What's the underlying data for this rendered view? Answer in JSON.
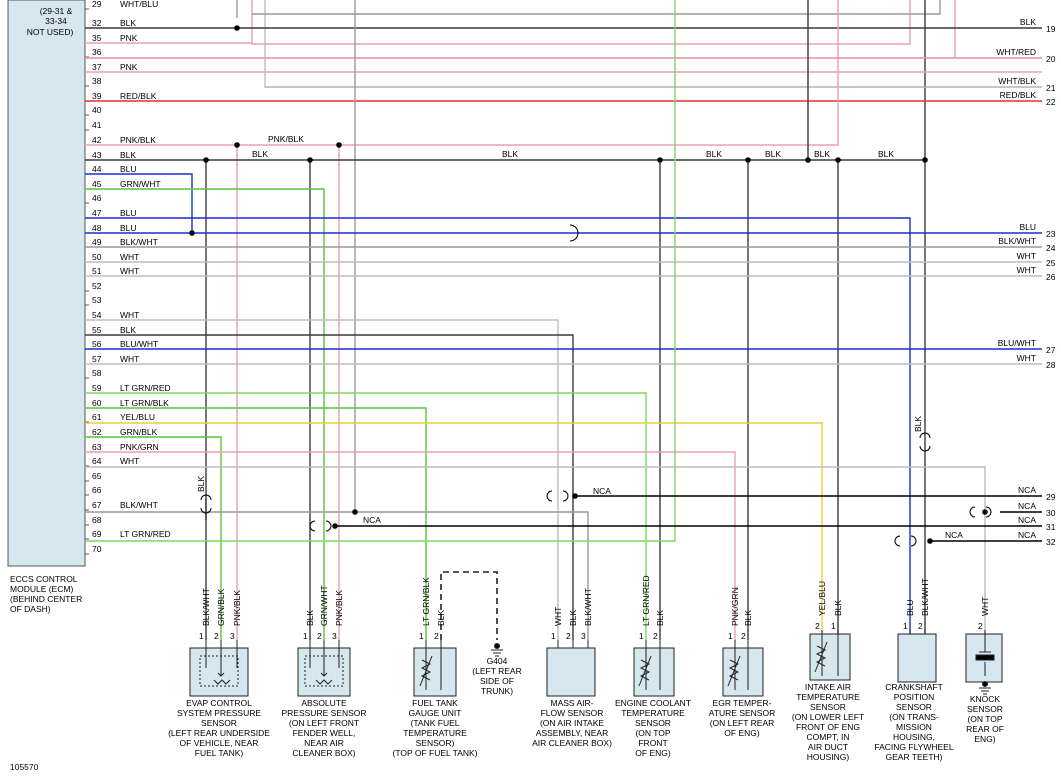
{
  "header_note": [
    "(29-31 &",
    "33-34",
    "NOT USED)"
  ],
  "ecm_label": [
    "ECCS CONTROL",
    "MODULE (ECM)",
    "(BEHIND CENTER",
    "OF DASH)"
  ],
  "figure_id": "105570",
  "colors": {
    "blk": "#3a3a3a",
    "pnk": "#e8a0b0",
    "red": "#e23030",
    "whtgray": "#bdbdbd",
    "blu": "#1a2fd0",
    "grn": "#58c43a",
    "ltgrn": "#7dd860",
    "yel": "#e6d23a",
    "grnred": "#8fd060"
  },
  "ecm_pins": [
    {
      "num": "29",
      "wire": "WHT/BLU"
    },
    {
      "num": "32",
      "wire": "BLK"
    },
    {
      "num": "35",
      "wire": "PNK"
    },
    {
      "num": "36",
      "wire": ""
    },
    {
      "num": "37",
      "wire": "PNK"
    },
    {
      "num": "38",
      "wire": ""
    },
    {
      "num": "39",
      "wire": "RED/BLK"
    },
    {
      "num": "40",
      "wire": ""
    },
    {
      "num": "41",
      "wire": ""
    },
    {
      "num": "42",
      "wire": "PNK/BLK"
    },
    {
      "num": "43",
      "wire": "BLK"
    },
    {
      "num": "44",
      "wire": "BLU"
    },
    {
      "num": "45",
      "wire": "GRN/WHT"
    },
    {
      "num": "46",
      "wire": ""
    },
    {
      "num": "47",
      "wire": "BLU"
    },
    {
      "num": "48",
      "wire": "BLU"
    },
    {
      "num": "49",
      "wire": "BLK/WHT"
    },
    {
      "num": "50",
      "wire": "WHT"
    },
    {
      "num": "51",
      "wire": "WHT"
    },
    {
      "num": "52",
      "wire": ""
    },
    {
      "num": "53",
      "wire": ""
    },
    {
      "num": "54",
      "wire": "WHT"
    },
    {
      "num": "55",
      "wire": "BLK"
    },
    {
      "num": "56",
      "wire": "BLU/WHT"
    },
    {
      "num": "57",
      "wire": "WHT"
    },
    {
      "num": "58",
      "wire": ""
    },
    {
      "num": "59",
      "wire": "LT GRN/RED"
    },
    {
      "num": "60",
      "wire": "LT GRN/BLK"
    },
    {
      "num": "61",
      "wire": "YEL/BLU"
    },
    {
      "num": "62",
      "wire": "GRN/BLK"
    },
    {
      "num": "63",
      "wire": "PNK/GRN"
    },
    {
      "num": "64",
      "wire": "WHT"
    },
    {
      "num": "65",
      "wire": ""
    },
    {
      "num": "66",
      "wire": ""
    },
    {
      "num": "67",
      "wire": "BLK/WHT"
    },
    {
      "num": "68",
      "wire": ""
    },
    {
      "num": "69",
      "wire": "LT GRN/RED"
    },
    {
      "num": "70",
      "wire": ""
    }
  ],
  "right_refs": [
    {
      "num": "19",
      "wire": "BLK"
    },
    {
      "num": "20",
      "wire": "WHT/RED"
    },
    {
      "num": "21",
      "wire": "WHT/BLK"
    },
    {
      "num": "22",
      "wire": "RED/BLK"
    },
    {
      "num": "23",
      "wire": "BLU"
    },
    {
      "num": "24",
      "wire": "BLK/WHT"
    },
    {
      "num": "25",
      "wire": "WHT"
    },
    {
      "num": "26",
      "wire": "WHT"
    },
    {
      "num": "27",
      "wire": "BLU/WHT"
    },
    {
      "num": "28",
      "wire": "WHT"
    },
    {
      "num": "29",
      "wire": "NCA"
    },
    {
      "num": "30",
      "wire": "NCA"
    },
    {
      "num": "31",
      "wire": "NCA"
    },
    {
      "num": "32",
      "wire": "NCA"
    }
  ],
  "inline_labels": {
    "pnkblk_mid": "PNK/BLK",
    "blk_a": "BLK",
    "blk_b": "BLK",
    "blk_c": "BLK",
    "blk_d": "BLK",
    "blk_e": "BLK",
    "blk_f": "BLK",
    "nca_a": "NCA",
    "nca_b": "NCA",
    "nca_c": "NCA",
    "blk_vert_left": "BLK",
    "blk_vert_right": "BLK"
  },
  "components": [
    {
      "name": [
        "EVAP CONTROL",
        "SYSTEM PRESSURE",
        "SENSOR",
        "(LEFT REAR UNDERSIDE",
        "OF VEHICLE, NEAR",
        "FUEL TANK)"
      ],
      "pins": [
        "1",
        "2",
        "3"
      ],
      "wires": [
        "BLK/WHT",
        "GRN/BLK",
        "PNK/BLK"
      ],
      "top_wires": [
        "BLK",
        "GRN",
        "PNK/BLK"
      ]
    },
    {
      "name": [
        "ABSOLUTE",
        "PRESSURE SENSOR",
        "(ON LEFT FRONT",
        "FENDER WELL,",
        "NEAR AIR",
        "CLEANER BOX)"
      ],
      "pins": [
        "1",
        "2",
        "3"
      ],
      "wires": [
        "BLK",
        "GRN/WHT",
        "PNK/BLK"
      ]
    },
    {
      "name": [
        "FUEL TANK",
        "GAUGE UNIT",
        "(TANK FUEL",
        "TEMPERATURE",
        "SENSOR)",
        "(TOP OF FUEL TANK)"
      ],
      "pins": [
        "1",
        "2"
      ],
      "wires": [
        "LT GRN/BLK",
        "BLK"
      ]
    },
    {
      "name": [
        "G404",
        "(LEFT REAR",
        "SIDE OF",
        "TRUNK)"
      ]
    },
    {
      "name": [
        "MASS AIR-",
        "FLOW SENSOR",
        "(ON AIR INTAKE",
        "ASSEMBLY, NEAR",
        "AIR CLEANER BOX)"
      ],
      "pins": [
        "1",
        "2",
        "3"
      ],
      "wires": [
        "WHT",
        "BLK",
        "BLK/WHT"
      ]
    },
    {
      "name": [
        "ENGINE COOLANT",
        "TEMPERATURE",
        "SENSOR",
        "(ON TOP",
        "FRONT",
        "OF ENG)"
      ],
      "pins": [
        "1",
        "2"
      ],
      "wires": [
        "LT GRN/RED",
        "BLK"
      ]
    },
    {
      "name": [
        "EGR TEMPER-",
        "ATURE SENSOR",
        "(ON LEFT REAR",
        "OF ENG)"
      ],
      "pins": [
        "1",
        "2"
      ],
      "wires": [
        "PNK/GRN",
        "BLK"
      ]
    },
    {
      "name": [
        "INTAKE AIR",
        "TEMPERATURE",
        "SENSOR",
        "(ON LOWER LEFT",
        "FRONT OF ENG",
        "COMPT, IN",
        "AIR DUCT",
        "HOUSING)"
      ],
      "pins": [
        "2",
        "1"
      ],
      "wires": [
        "YEL/BLU",
        "BLK"
      ]
    },
    {
      "name": [
        "CRANKSHAFT",
        "POSITION",
        "SENSOR",
        "(ON TRANS-",
        "MISSION",
        "HOUSING,",
        "FACING FLYWHEEL",
        "GEAR TEETH)"
      ],
      "pins": [
        "1",
        "2"
      ],
      "wires": [
        "BLU",
        "BLK/WHT"
      ]
    },
    {
      "name": [
        "KNOCK",
        "SENSOR",
        "(ON TOP",
        "REAR OF",
        "ENG)"
      ],
      "pins": [
        "2"
      ],
      "wires": [
        "WHT"
      ]
    }
  ]
}
